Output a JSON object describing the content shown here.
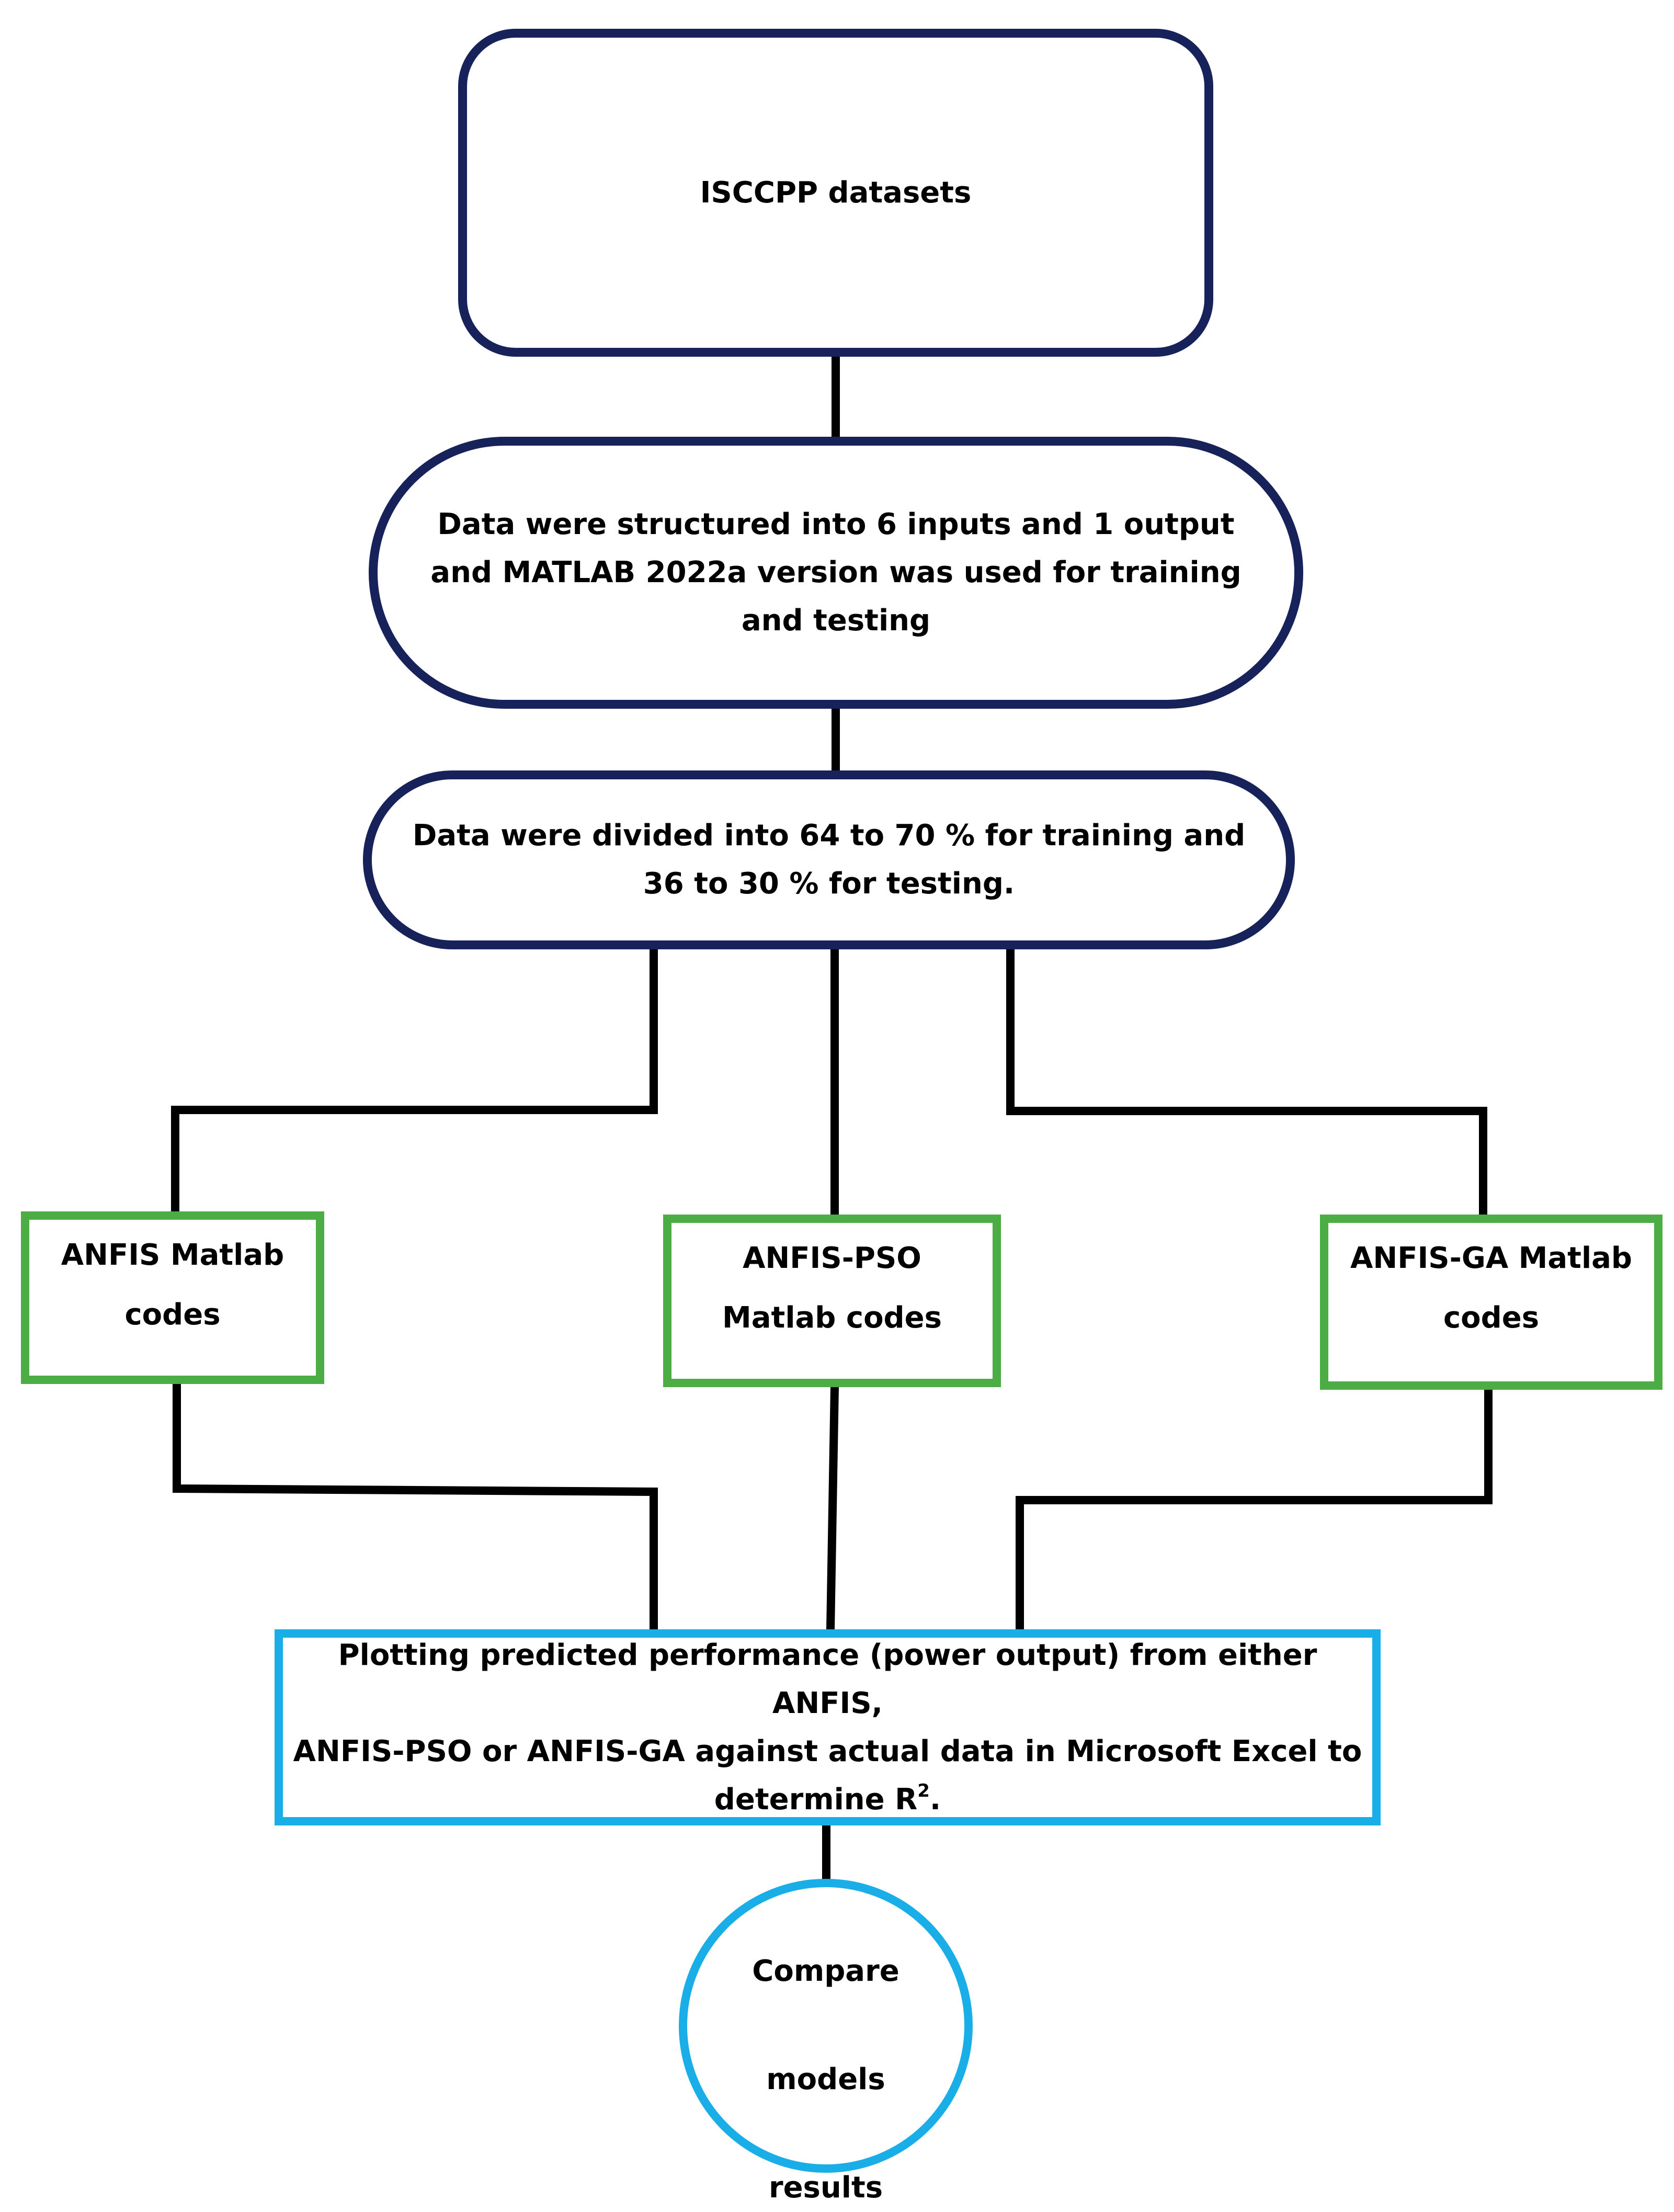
{
  "nodes": {
    "dataset": {
      "text": "ISCCPP datasets"
    },
    "structure": {
      "lines": [
        "Data were structured into 6 inputs and 1 output",
        "and MATLAB 2022a version was used for training",
        "and testing"
      ]
    },
    "divide": {
      "lines": [
        "Data were divided into 64 to 70 % for training and",
        "36 to 30 % for testing."
      ]
    },
    "anfis": {
      "lines": [
        "ANFIS Matlab",
        "codes"
      ]
    },
    "anfis_pso": {
      "lines": [
        "ANFIS-PSO",
        "Matlab codes"
      ]
    },
    "anfis_ga": {
      "lines": [
        "ANFIS-GA Matlab",
        "codes"
      ]
    },
    "plot": {
      "lines": [
        "Plotting predicted performance (power output) from either ANFIS,",
        "ANFIS-PSO or ANFIS-GA against actual data in Microsoft Excel to"
      ],
      "last_line_prefix": "determine R",
      "last_line_sup": "2",
      "last_line_suffix": "."
    },
    "compare": {
      "lines": [
        "Compare",
        "models",
        "results"
      ]
    }
  },
  "colors": {
    "navy_border": "#17225a",
    "green_border": "#4cad45",
    "blue_border": "#1aaee8",
    "connector": "#000000"
  }
}
